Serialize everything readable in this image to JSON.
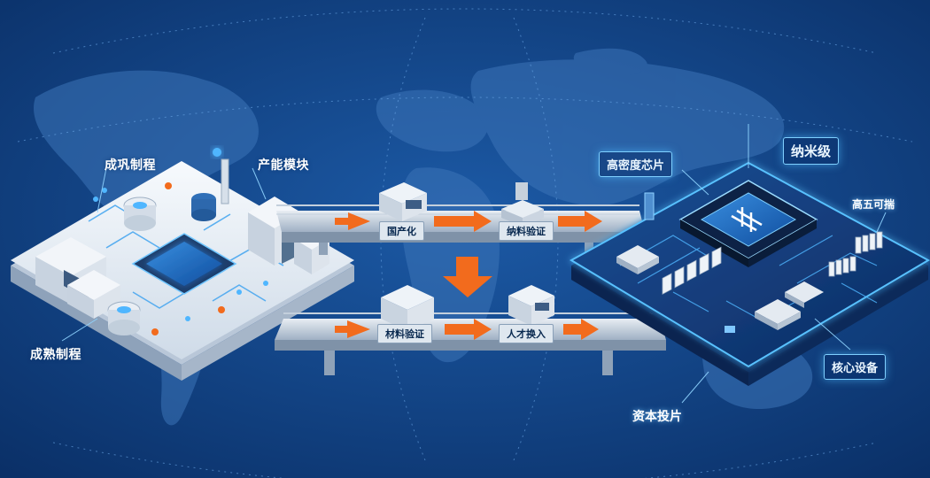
{
  "left_platform": {
    "label_top_left": "成巩制程",
    "label_top_right": "产能模块",
    "label_bottom_left": "成熟制程"
  },
  "upper_bridge": {
    "tag_left": "国产化",
    "tag_right": "纳料验证"
  },
  "lower_bridge": {
    "tag_left": "材料验证",
    "tag_right": "人才换入"
  },
  "right_platform": {
    "label_chip": "高密度芯片",
    "label_nano": "纳米级",
    "label_reliable": "高五可揣",
    "label_core": "核心设备",
    "label_capital": "资本投片"
  },
  "colors": {
    "background": "#0d3a78",
    "accent_orange": "#f26b1d",
    "glow_blue": "#4fb6ff",
    "platform_white": "#eef3f8"
  }
}
